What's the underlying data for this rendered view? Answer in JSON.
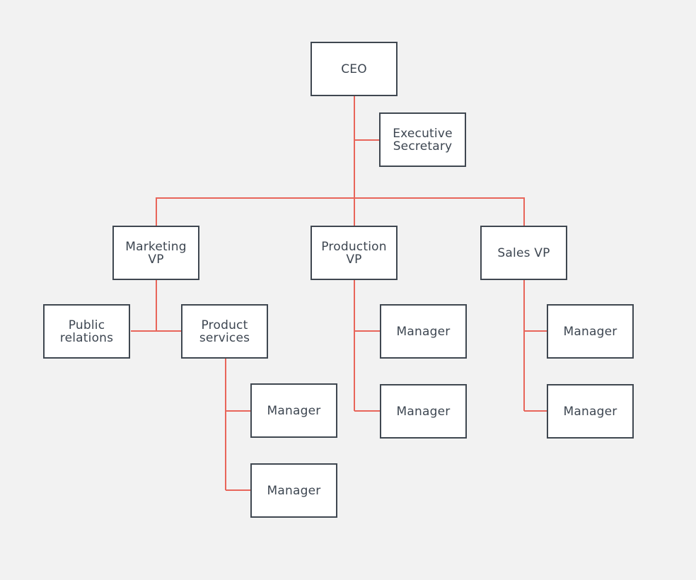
{
  "colors": {
    "background": "#f2f2f2",
    "connector": "#e8655a",
    "box_border": "#3f4750",
    "box_text": "#3d4651"
  },
  "org_chart": {
    "ceo": {
      "lines": [
        "CEO"
      ]
    },
    "executive_secretary": {
      "lines": [
        "Executive",
        "Secretary"
      ]
    },
    "marketing_vp": {
      "lines": [
        "Marketing",
        "VP"
      ]
    },
    "production_vp": {
      "lines": [
        "Production",
        "VP"
      ]
    },
    "sales_vp": {
      "lines": [
        "Sales VP"
      ]
    },
    "public_relations": {
      "lines": [
        "Public",
        "relations"
      ]
    },
    "product_services": {
      "lines": [
        "Product",
        "services"
      ]
    },
    "product_services_managers": [
      {
        "lines": [
          "Manager"
        ]
      },
      {
        "lines": [
          "Manager"
        ]
      }
    ],
    "production_managers": [
      {
        "lines": [
          "Manager"
        ]
      },
      {
        "lines": [
          "Manager"
        ]
      }
    ],
    "sales_managers": [
      {
        "lines": [
          "Manager"
        ]
      },
      {
        "lines": [
          "Manager"
        ]
      }
    ]
  }
}
